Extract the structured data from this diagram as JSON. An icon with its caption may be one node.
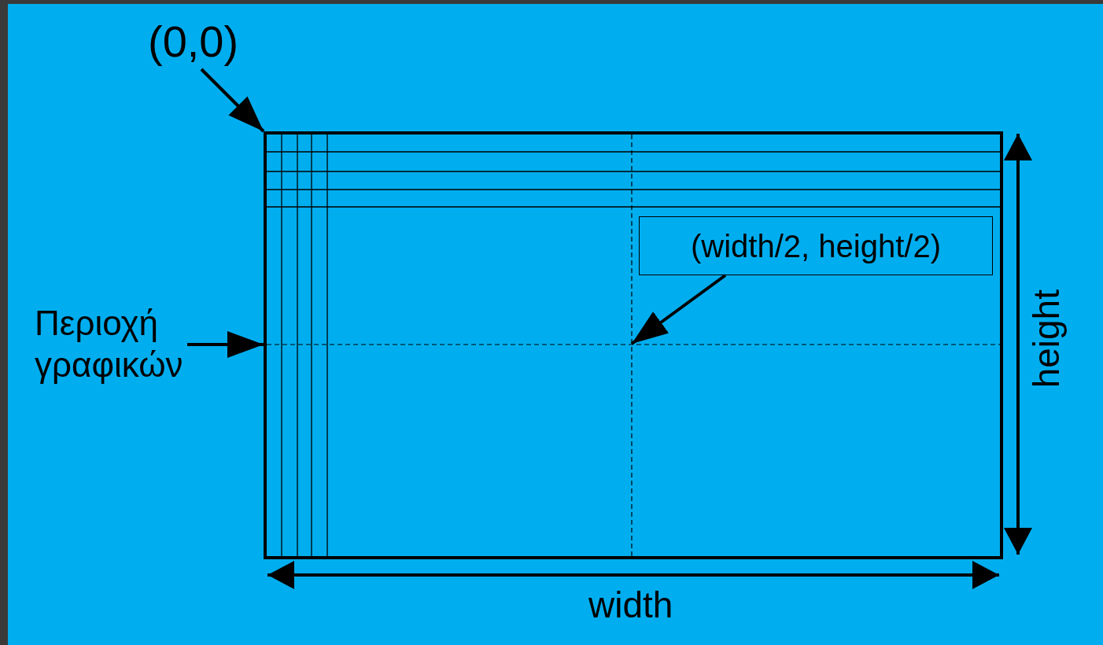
{
  "diagram": {
    "nodes": [
      {
        "text": [
          "(0,0)"
        ]
      },
      {
        "text": [],
        "shape": "box"
      },
      {
        "text": [
          "(width/2, height/2)"
        ],
        "in": 1
      },
      {
        "text": [
          "Περιοχή γραφικών"
        ]
      }
    ],
    "edges": [
      {
        "from": 0,
        "to": 1,
        "arrow": "to"
      },
      {
        "from": 2,
        "to": null,
        "arrow": "to"
      },
      {
        "from": 3,
        "to": 1,
        "arrow": "to"
      }
    ],
    "labels": [
      "height",
      "width"
    ]
  }
}
